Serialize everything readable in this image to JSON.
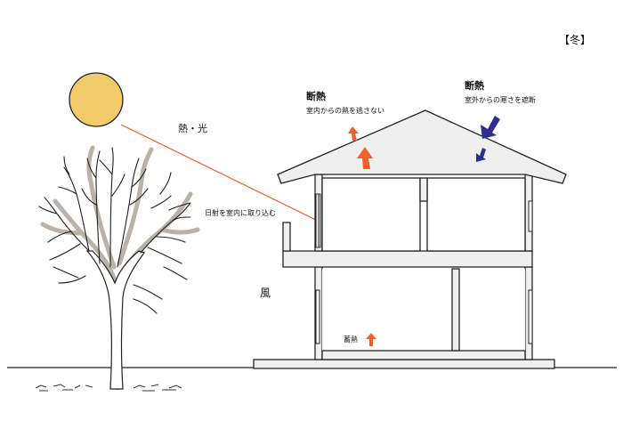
{
  "season_label": "【冬】",
  "labels": {
    "insulation_out_title": "断熱",
    "insulation_out_desc": "室内からの熱を逃さない",
    "insulation_in_title": "断熱",
    "insulation_in_desc": "室外からの寒さを遮断",
    "heat_light": "熱・光",
    "solar_gain": "日射を室内に取り込む",
    "wind": "風",
    "heat_storage": "蓄熱"
  },
  "colors": {
    "sun_fill": "#F2CC6B",
    "heat_arrow": "#F0622A",
    "cold_arrow": "#2E2F8C",
    "house_fill": "#EFEFEF",
    "line": "#222222",
    "tree_shadow": "#B9B2A8"
  },
  "icons": {
    "sun": "sun-icon",
    "tree": "tree-icon",
    "house": "house-section"
  }
}
